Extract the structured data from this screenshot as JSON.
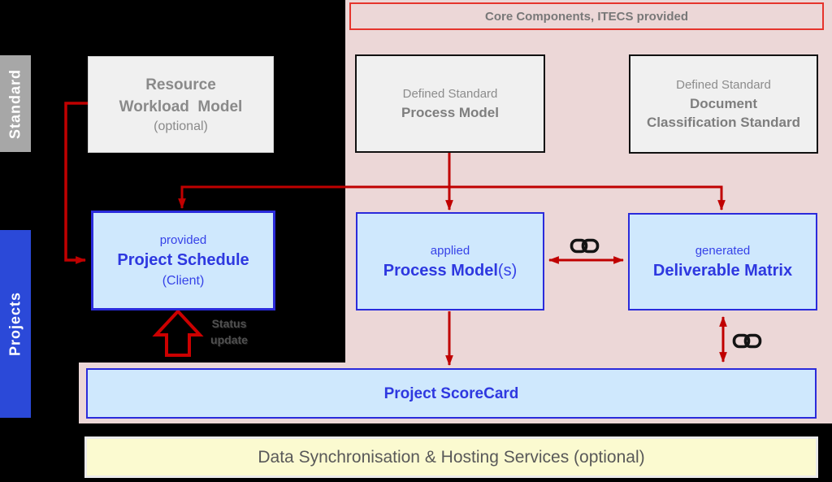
{
  "side_labels": {
    "standard": "Standard",
    "projects": "Projects"
  },
  "core_panel": {
    "header": "Core Components, ITECS provided"
  },
  "boxes": {
    "resource_workload": {
      "line1": "Resource",
      "line2": "Workload  Model",
      "line3": "(optional)"
    },
    "process_model_std": {
      "line1": "Defined Standard",
      "line2": "Process Model"
    },
    "doc_class_std": {
      "line1": "Defined Standard",
      "line2": "Document",
      "line3": "Classification Standard"
    },
    "project_schedule": {
      "line1": "provided",
      "line2": "Project Schedule",
      "line3": "(Client)"
    },
    "applied_process_model": {
      "line1": "applied",
      "line2_bold": "Process Model",
      "line2_suffix": "(s)"
    },
    "deliverable_matrix": {
      "line1": "generated",
      "line2": "Deliverable Matrix"
    },
    "project_scorecard": {
      "label": "Project ScoreCard"
    },
    "data_sync": {
      "label": "Data Synchronisation & Hosting Services (optional)"
    }
  },
  "annotations": {
    "status_update_line1": "Status",
    "status_update_line2": "update"
  },
  "icons": {
    "chain_link": "chain-link-icon"
  },
  "colors": {
    "background": "#000000",
    "core_panel_pink": "#ecd7d7",
    "core_header_border_red": "#e5342c",
    "arrow_red": "#c00000",
    "block_arrow_red": "#cc0000",
    "blue_box_fill": "#cfe8fd",
    "blue_box_border": "#2b2bdb",
    "blue_text": "#2e38e0",
    "grey_box_fill": "#f0f0f0",
    "grey_text": "#8a8a8a",
    "standard_label_bg": "#a7a7a7",
    "projects_label_bg": "#2b49d8",
    "data_sync_fill": "#fbfad0",
    "chain_icon_black": "#141414"
  }
}
